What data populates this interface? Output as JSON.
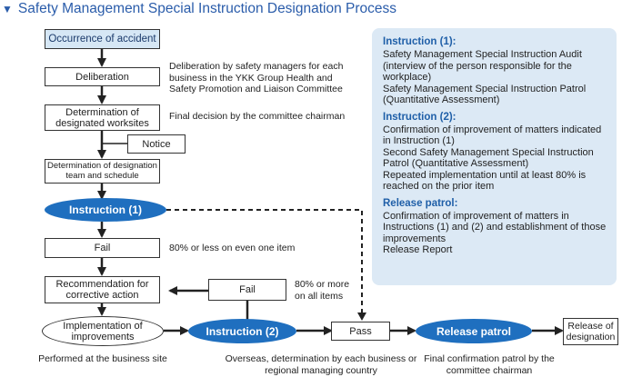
{
  "title": "Safety Management Special Instruction Designation Process",
  "nodes": {
    "occurrence": "Occurrence of accident",
    "deliberation": "Deliberation",
    "determination_worksites": "Determination of designated worksites",
    "notice": "Notice",
    "determination_team": "Determination of designation team and schedule",
    "instruction1": "Instruction (1)",
    "fail1": "Fail",
    "recommendation": "Recommendation for corrective action",
    "fail2": "Fail",
    "implementation": "Implementation of improvements",
    "instruction2": "Instruction (2)",
    "pass": "Pass",
    "release_patrol": "Release patrol",
    "release_designation": "Release of designation"
  },
  "notes": {
    "deliberation": "Deliberation by safety managers for each business in the YKK Group Health and Safety Promotion and Liaison Committee",
    "final_decision": "Final decision by the committee chairman",
    "fail_threshold": "80% or less on even one item",
    "pass_threshold": "80% or more on all items",
    "performed_at": "Performed at the business site",
    "overseas": "Overseas, determination by each business or regional managing country",
    "final_confirmation": "Final confirmation patrol by the committee chairman"
  },
  "panel": {
    "sections": [
      {
        "title": "Instruction (1):",
        "items": [
          "Safety Management Special Instruction Audit (interview of the person responsible for the workplace)",
          "Safety Management Special Instruction Patrol (Quantitative Assessment)"
        ]
      },
      {
        "title": "Instruction (2):",
        "items": [
          "Confirmation of improvement of matters indicated in Instruction (1)",
          "Second Safety Management Special Instruction Patrol (Quantitative Assessment)",
          "Repeated implementation until at least 80% is reached on the prior item"
        ]
      },
      {
        "title": "Release patrol:",
        "items": [
          "Confirmation of improvement of matters in Instructions (1) and (2) and establishment of those improvements",
          "Release Report"
        ]
      }
    ]
  },
  "colors": {
    "accent": "#2a5caa",
    "node_blue": "#1f6fbf",
    "start_fill": "#d6e7f5",
    "panel_bg": "#dce9f5"
  }
}
